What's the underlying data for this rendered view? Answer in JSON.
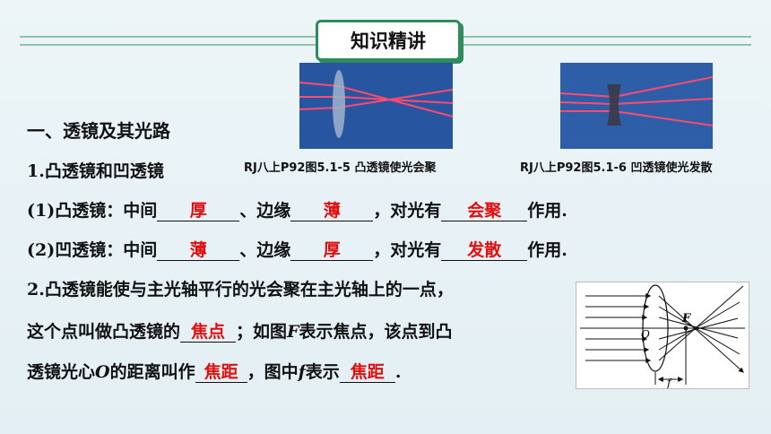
{
  "header": {
    "title": "知识精讲"
  },
  "section": {
    "heading": "一、透镜及其光路"
  },
  "item1": {
    "heading": "1.凸透镜和凹透镜"
  },
  "captions": {
    "left": "RJ八上P92图5.1-5  凸透镜使光会聚",
    "right": "RJ八上P92图5.1-6  凹透镜使光发散"
  },
  "line1": {
    "prefix": "(1)凸透镜：中间",
    "ans1": "厚",
    "mid1": "、边缘",
    "ans2": "薄",
    "mid2": "，对光有",
    "ans3": "会聚",
    "suffix": "作用."
  },
  "line2": {
    "prefix": "(2)凹透镜：中间",
    "ans1": "薄",
    "mid1": "、边缘",
    "ans2": "厚",
    "mid2": "，对光有",
    "ans3": "发散",
    "suffix": "作用."
  },
  "item2": {
    "l1": "2.凸透镜能使与主光轴平行的光会聚在主光轴上的一点，",
    "l2a": "这个点叫做凸透镜的",
    "l2ans": "焦点",
    "l2b": "；如图",
    "l2F": "F",
    "l2c": "表示焦点，该点到凸",
    "l3a": "透镜光心",
    "l3O": "O",
    "l3b": "的距离叫作",
    "l3ans1": "焦距",
    "l3c": "，图中",
    "l3f": "f",
    "l3d": "表示",
    "l3ans2": "焦距",
    "l3e": "."
  },
  "diagram": {
    "label_F": "F",
    "label_O": "O",
    "label_f": "f"
  },
  "colors": {
    "answer": "#e01010",
    "accent": "#2f8c5c",
    "photo_bg": "#1f4a8a"
  }
}
